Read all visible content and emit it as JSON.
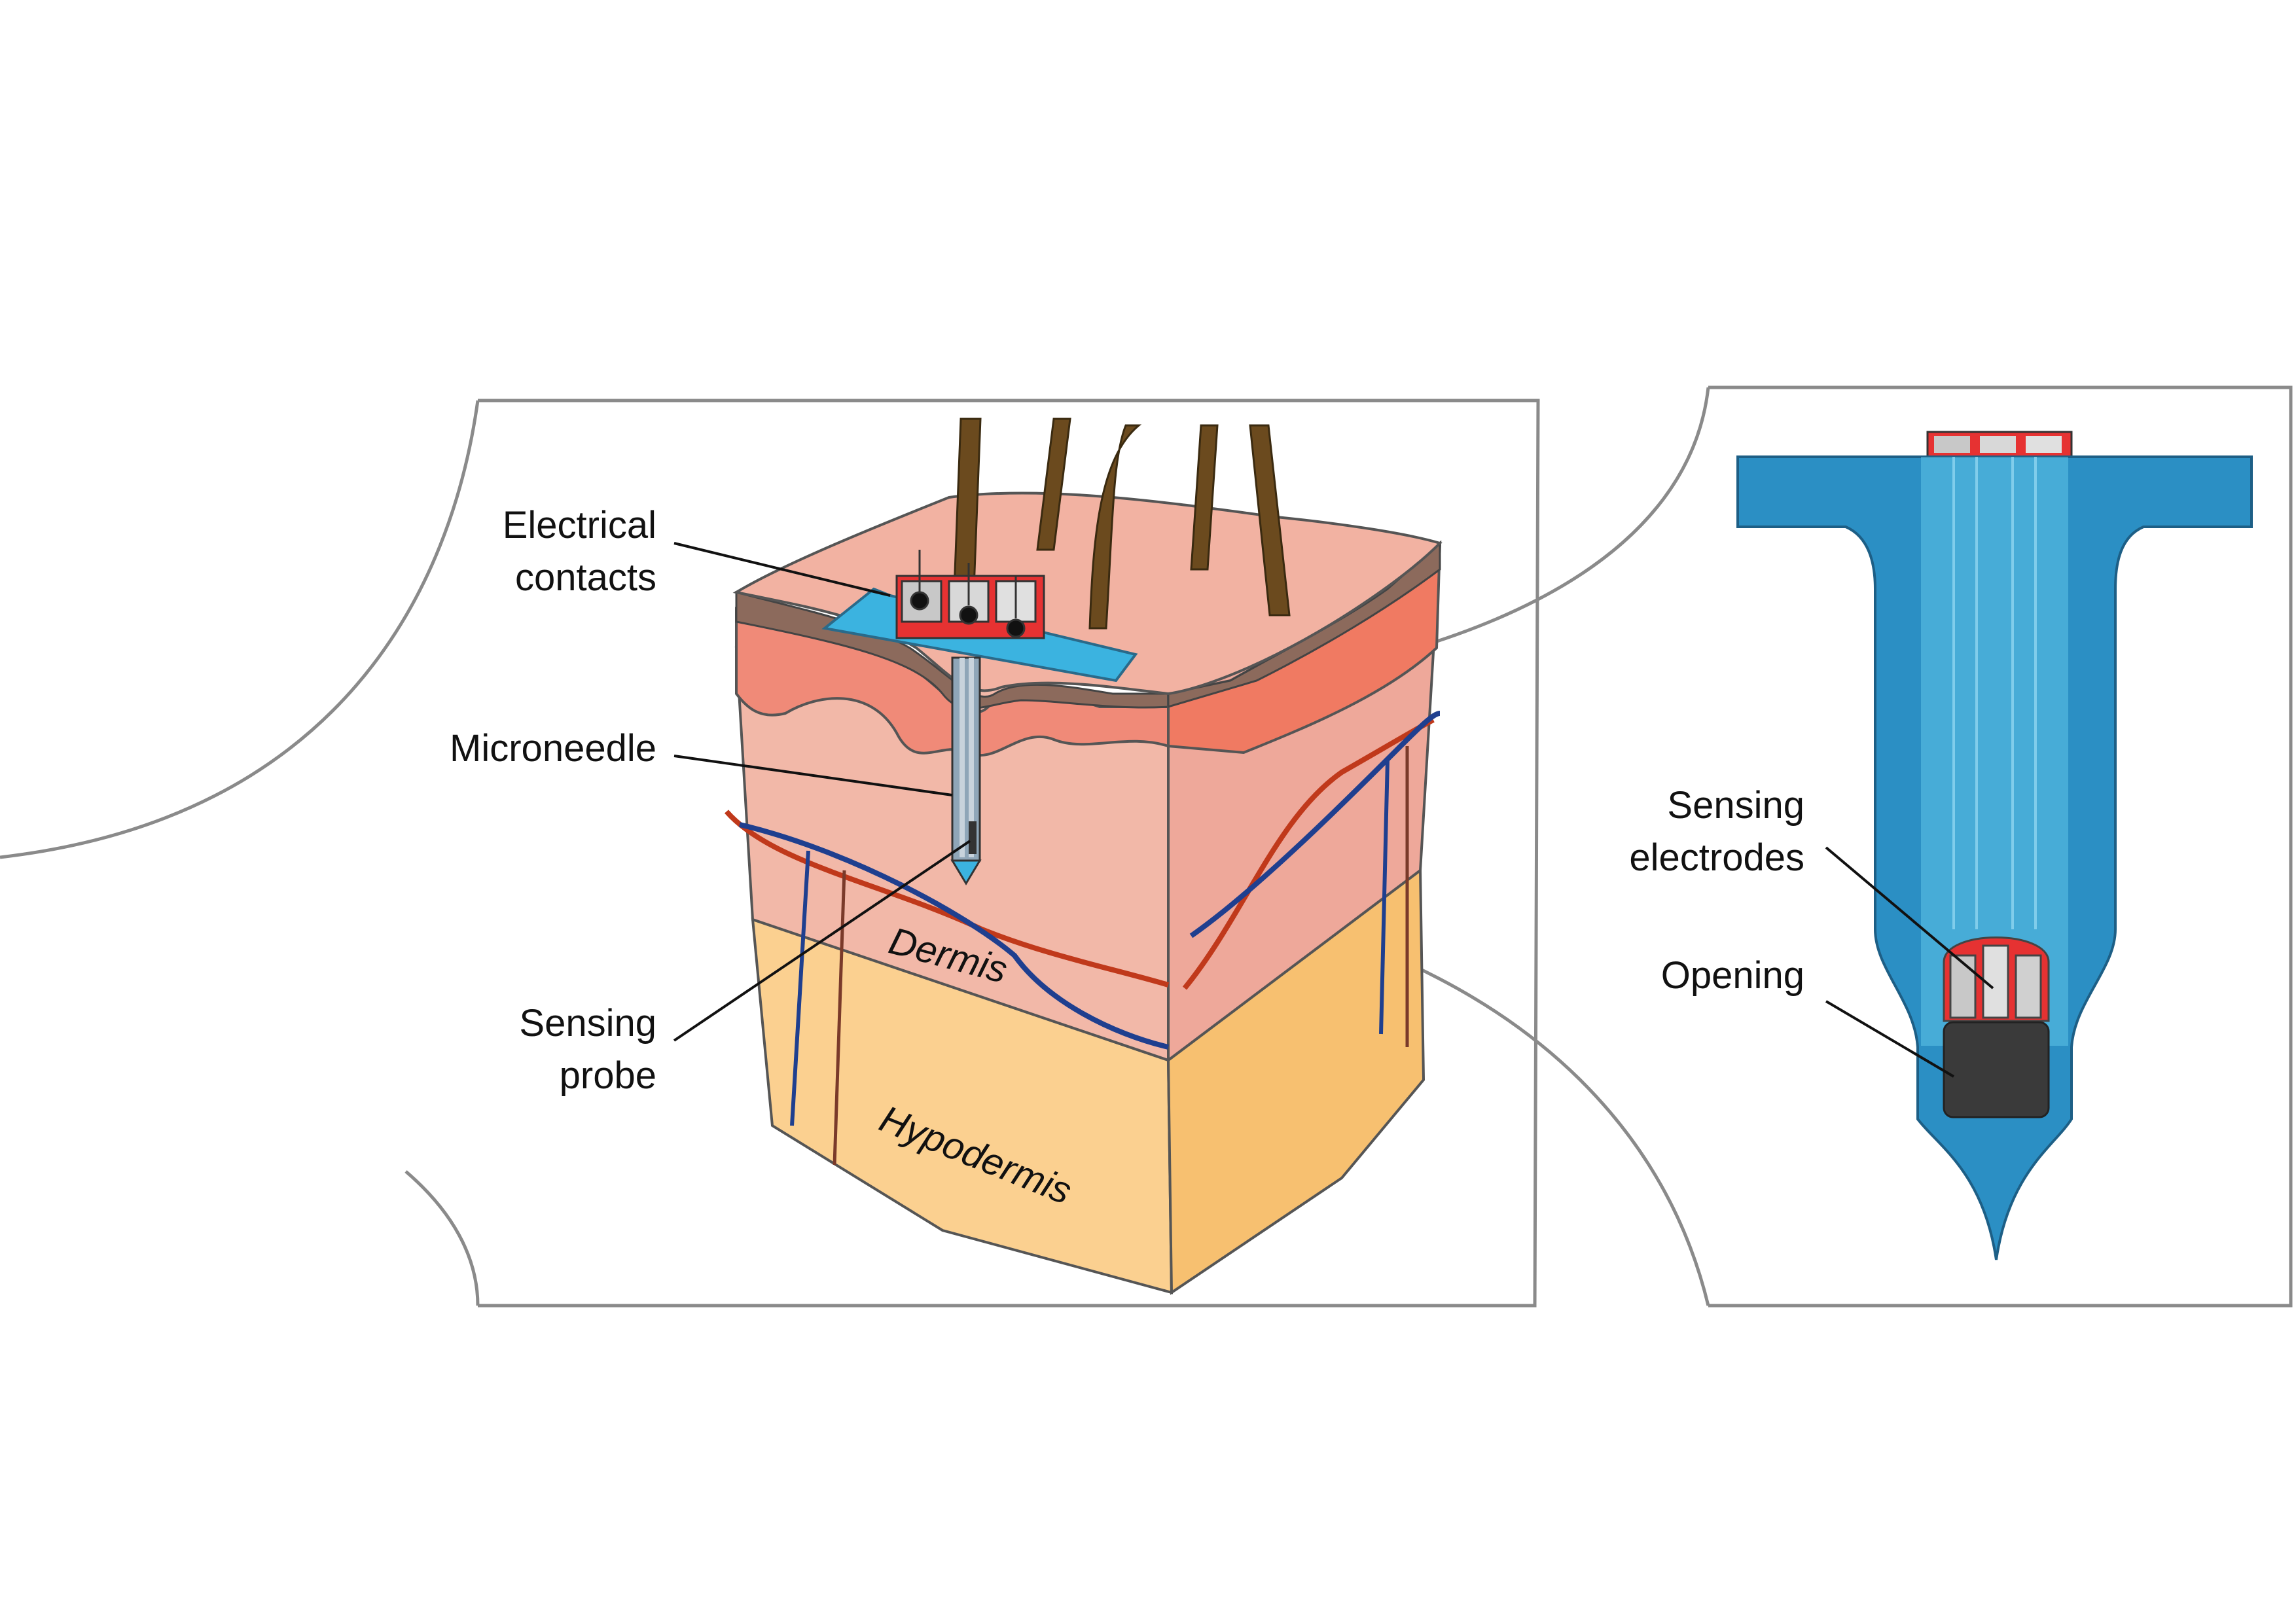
{
  "labels": {
    "electrical_contacts_line1": "Electrical",
    "electrical_contacts_line2": "contacts",
    "microneedle": "Microneedle",
    "sensing_probe_line1": "Sensing",
    "sensing_probe_line2": "probe",
    "dermis": "Dermis",
    "hypodermis": "Hypodermis",
    "sensing_electrodes_line1": "Sensing",
    "sensing_electrodes_line2": "electrodes",
    "opening": "Opening"
  },
  "colors": {
    "epidermis": "#f08a78",
    "stratum_corneum": "#8c6a5c",
    "dermis": "#f2b8a8",
    "hypodermis": "#fbd090",
    "hair": "#6b4a1e",
    "artery": "#c0391b",
    "vein": "#1f3f8f",
    "needle_base": "#3bb3e0",
    "needle_body": "#2b8fc4",
    "contact_pad": "#e63232",
    "probe_opening": "#3a3a3a",
    "electrode": "#d8d8d8"
  }
}
